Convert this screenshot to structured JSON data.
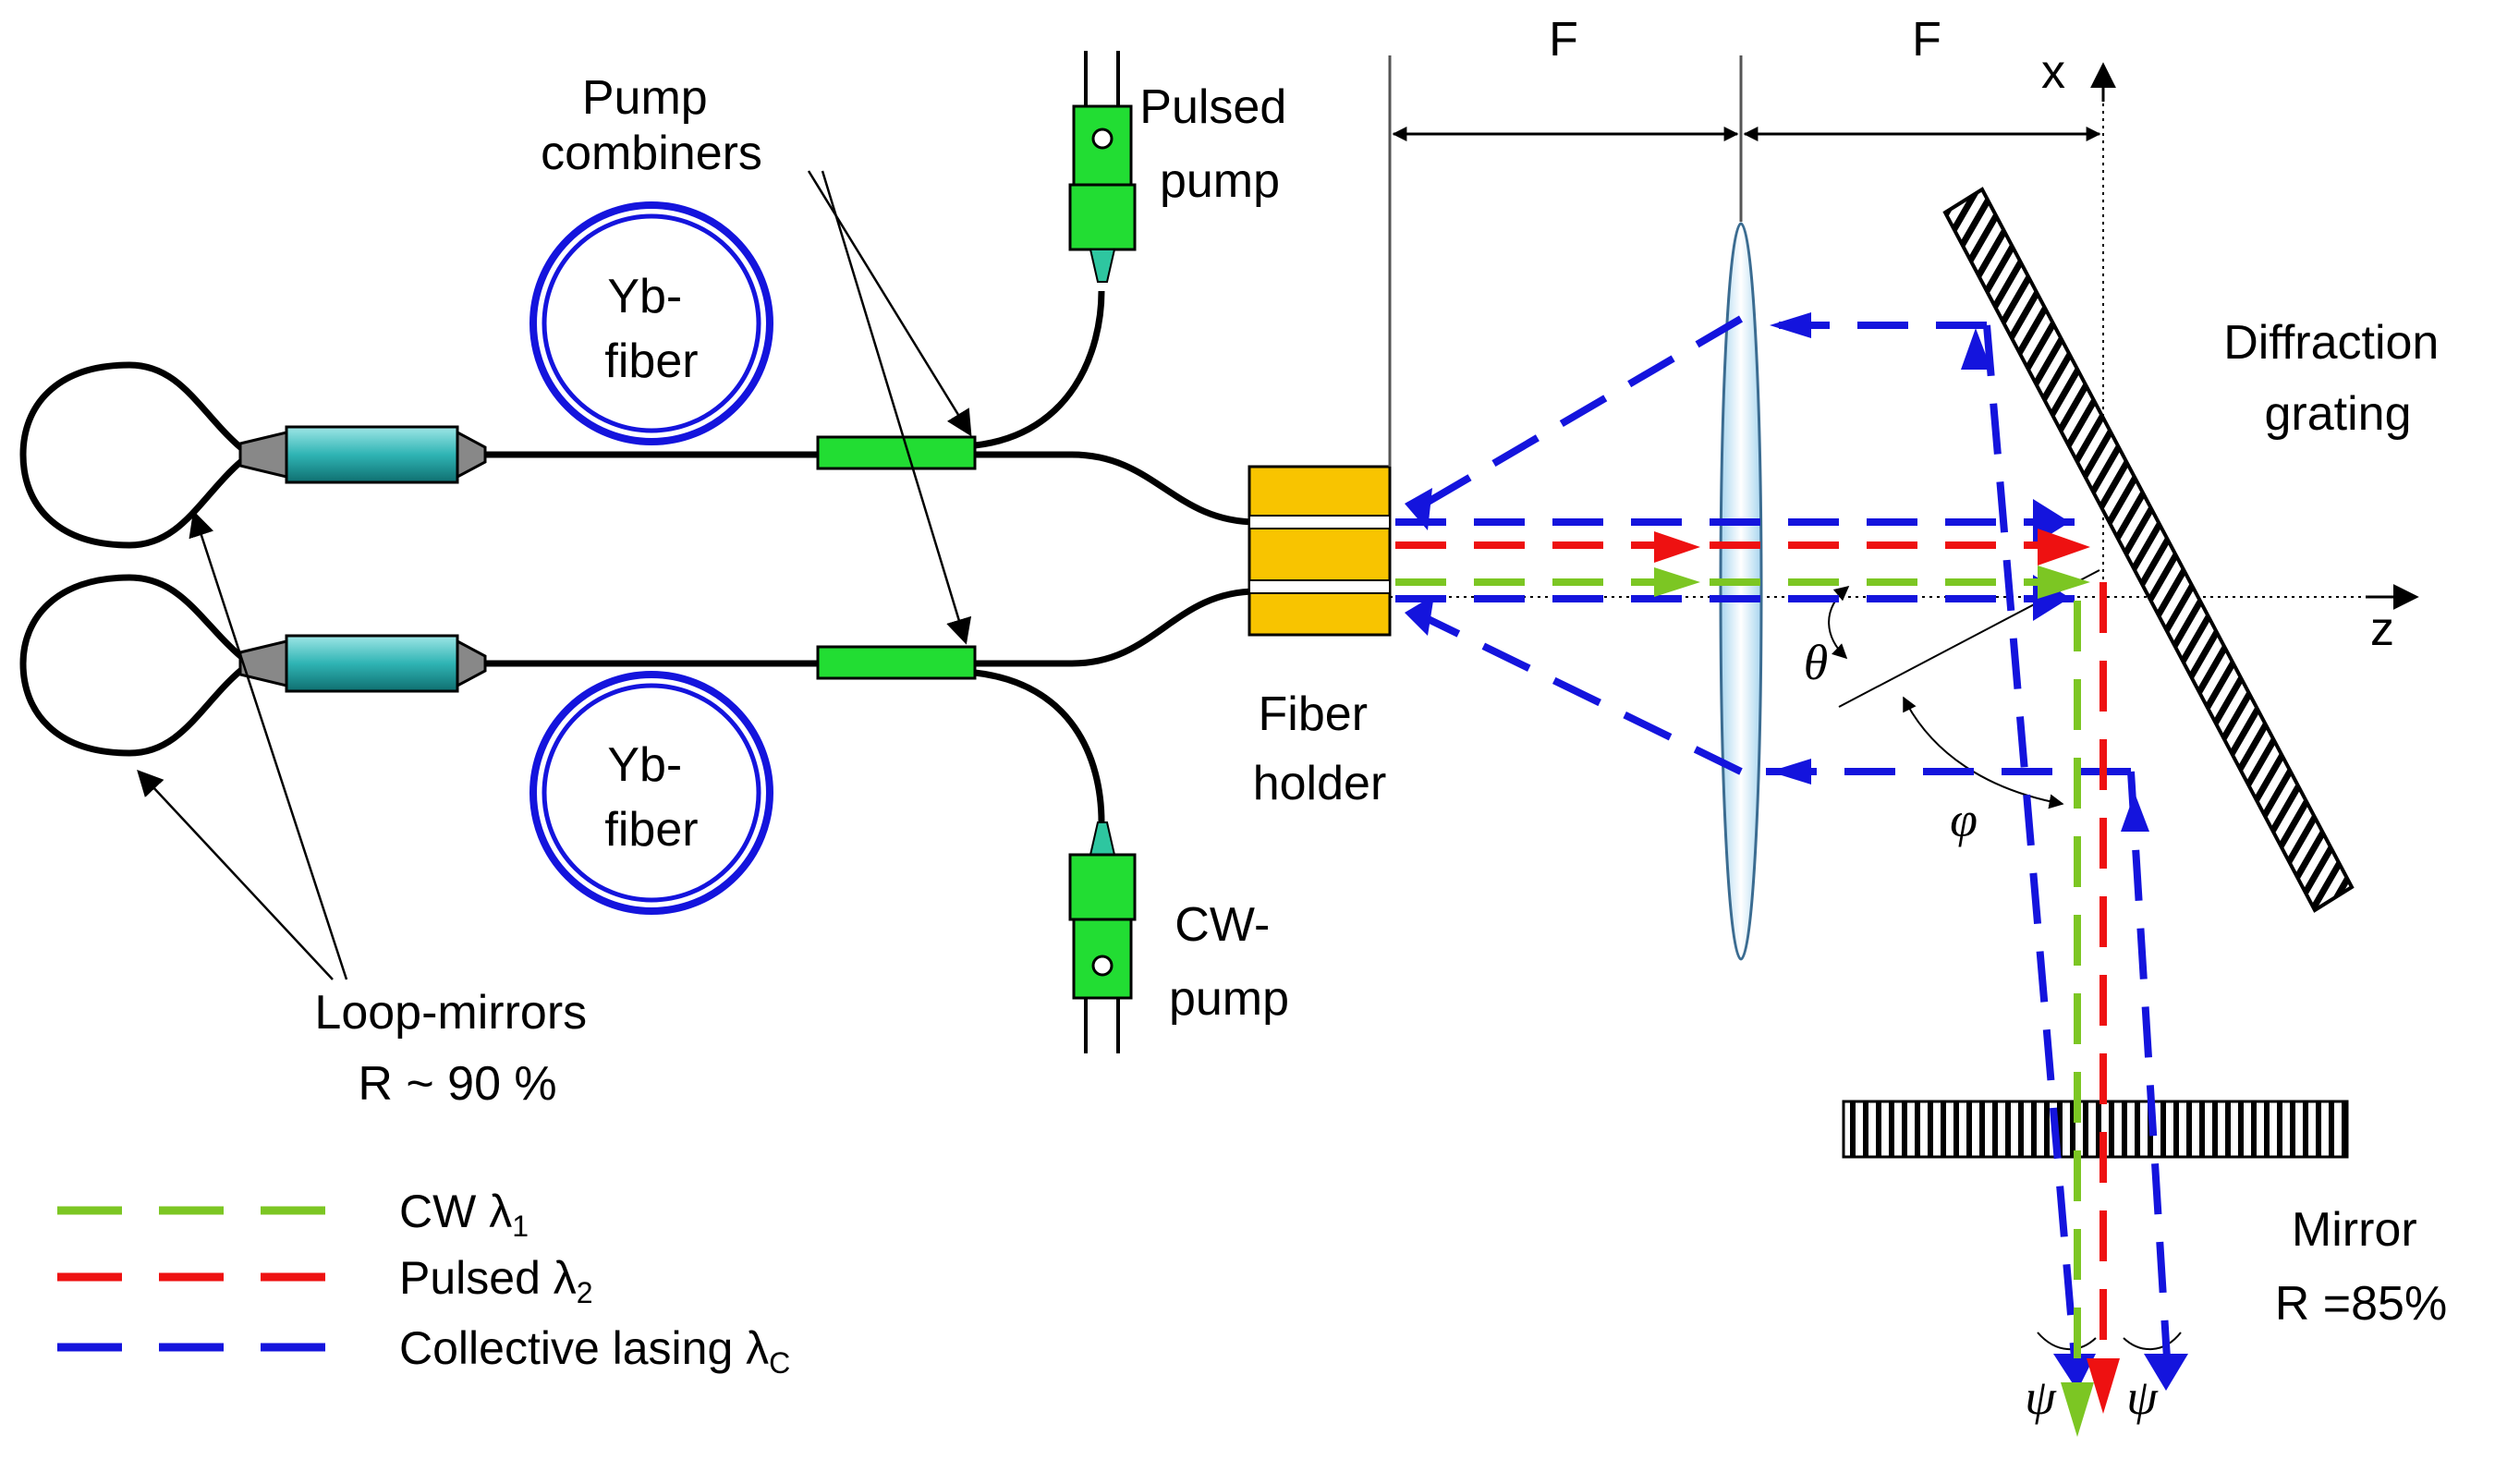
{
  "labels": {
    "pump_combiners": [
      "Pump",
      "combiners"
    ],
    "pulsed_pump": [
      "Pulsed",
      "pump"
    ],
    "cw_pump": [
      "CW-",
      "pump"
    ],
    "yb_fiber_top": [
      "Yb-",
      "fiber"
    ],
    "yb_fiber_bottom": [
      "Yb-",
      "fiber"
    ],
    "fiber_holder": [
      "Fiber",
      "holder"
    ],
    "loop_mirrors": [
      "Loop-mirrors",
      "R ~ 90 %"
    ],
    "focal_1": "F",
    "focal_2": "F",
    "axis_x": "x",
    "axis_z": "z",
    "diffraction_grating": [
      "Diffraction",
      "grating"
    ],
    "mirror": [
      "Mirror",
      "R  =85%"
    ],
    "theta": "θ",
    "phi": "φ",
    "psi_left": "ψ",
    "psi_right": "ψ"
  },
  "legend": [
    {
      "text": "CW λ",
      "sub": "1",
      "color": "#7cc623"
    },
    {
      "text": "Pulsed λ",
      "sub": "2",
      "color": "#ee1111"
    },
    {
      "text": "Collective lasing λ",
      "sub": "C",
      "color": "#1414dd"
    }
  ],
  "colors": {
    "cw": "#7cc623",
    "pulsed": "#ee1111",
    "collective": "#1414dd",
    "holder": "#f8c400",
    "combiner": "#22dd33",
    "isolator": "#25a8a8"
  }
}
